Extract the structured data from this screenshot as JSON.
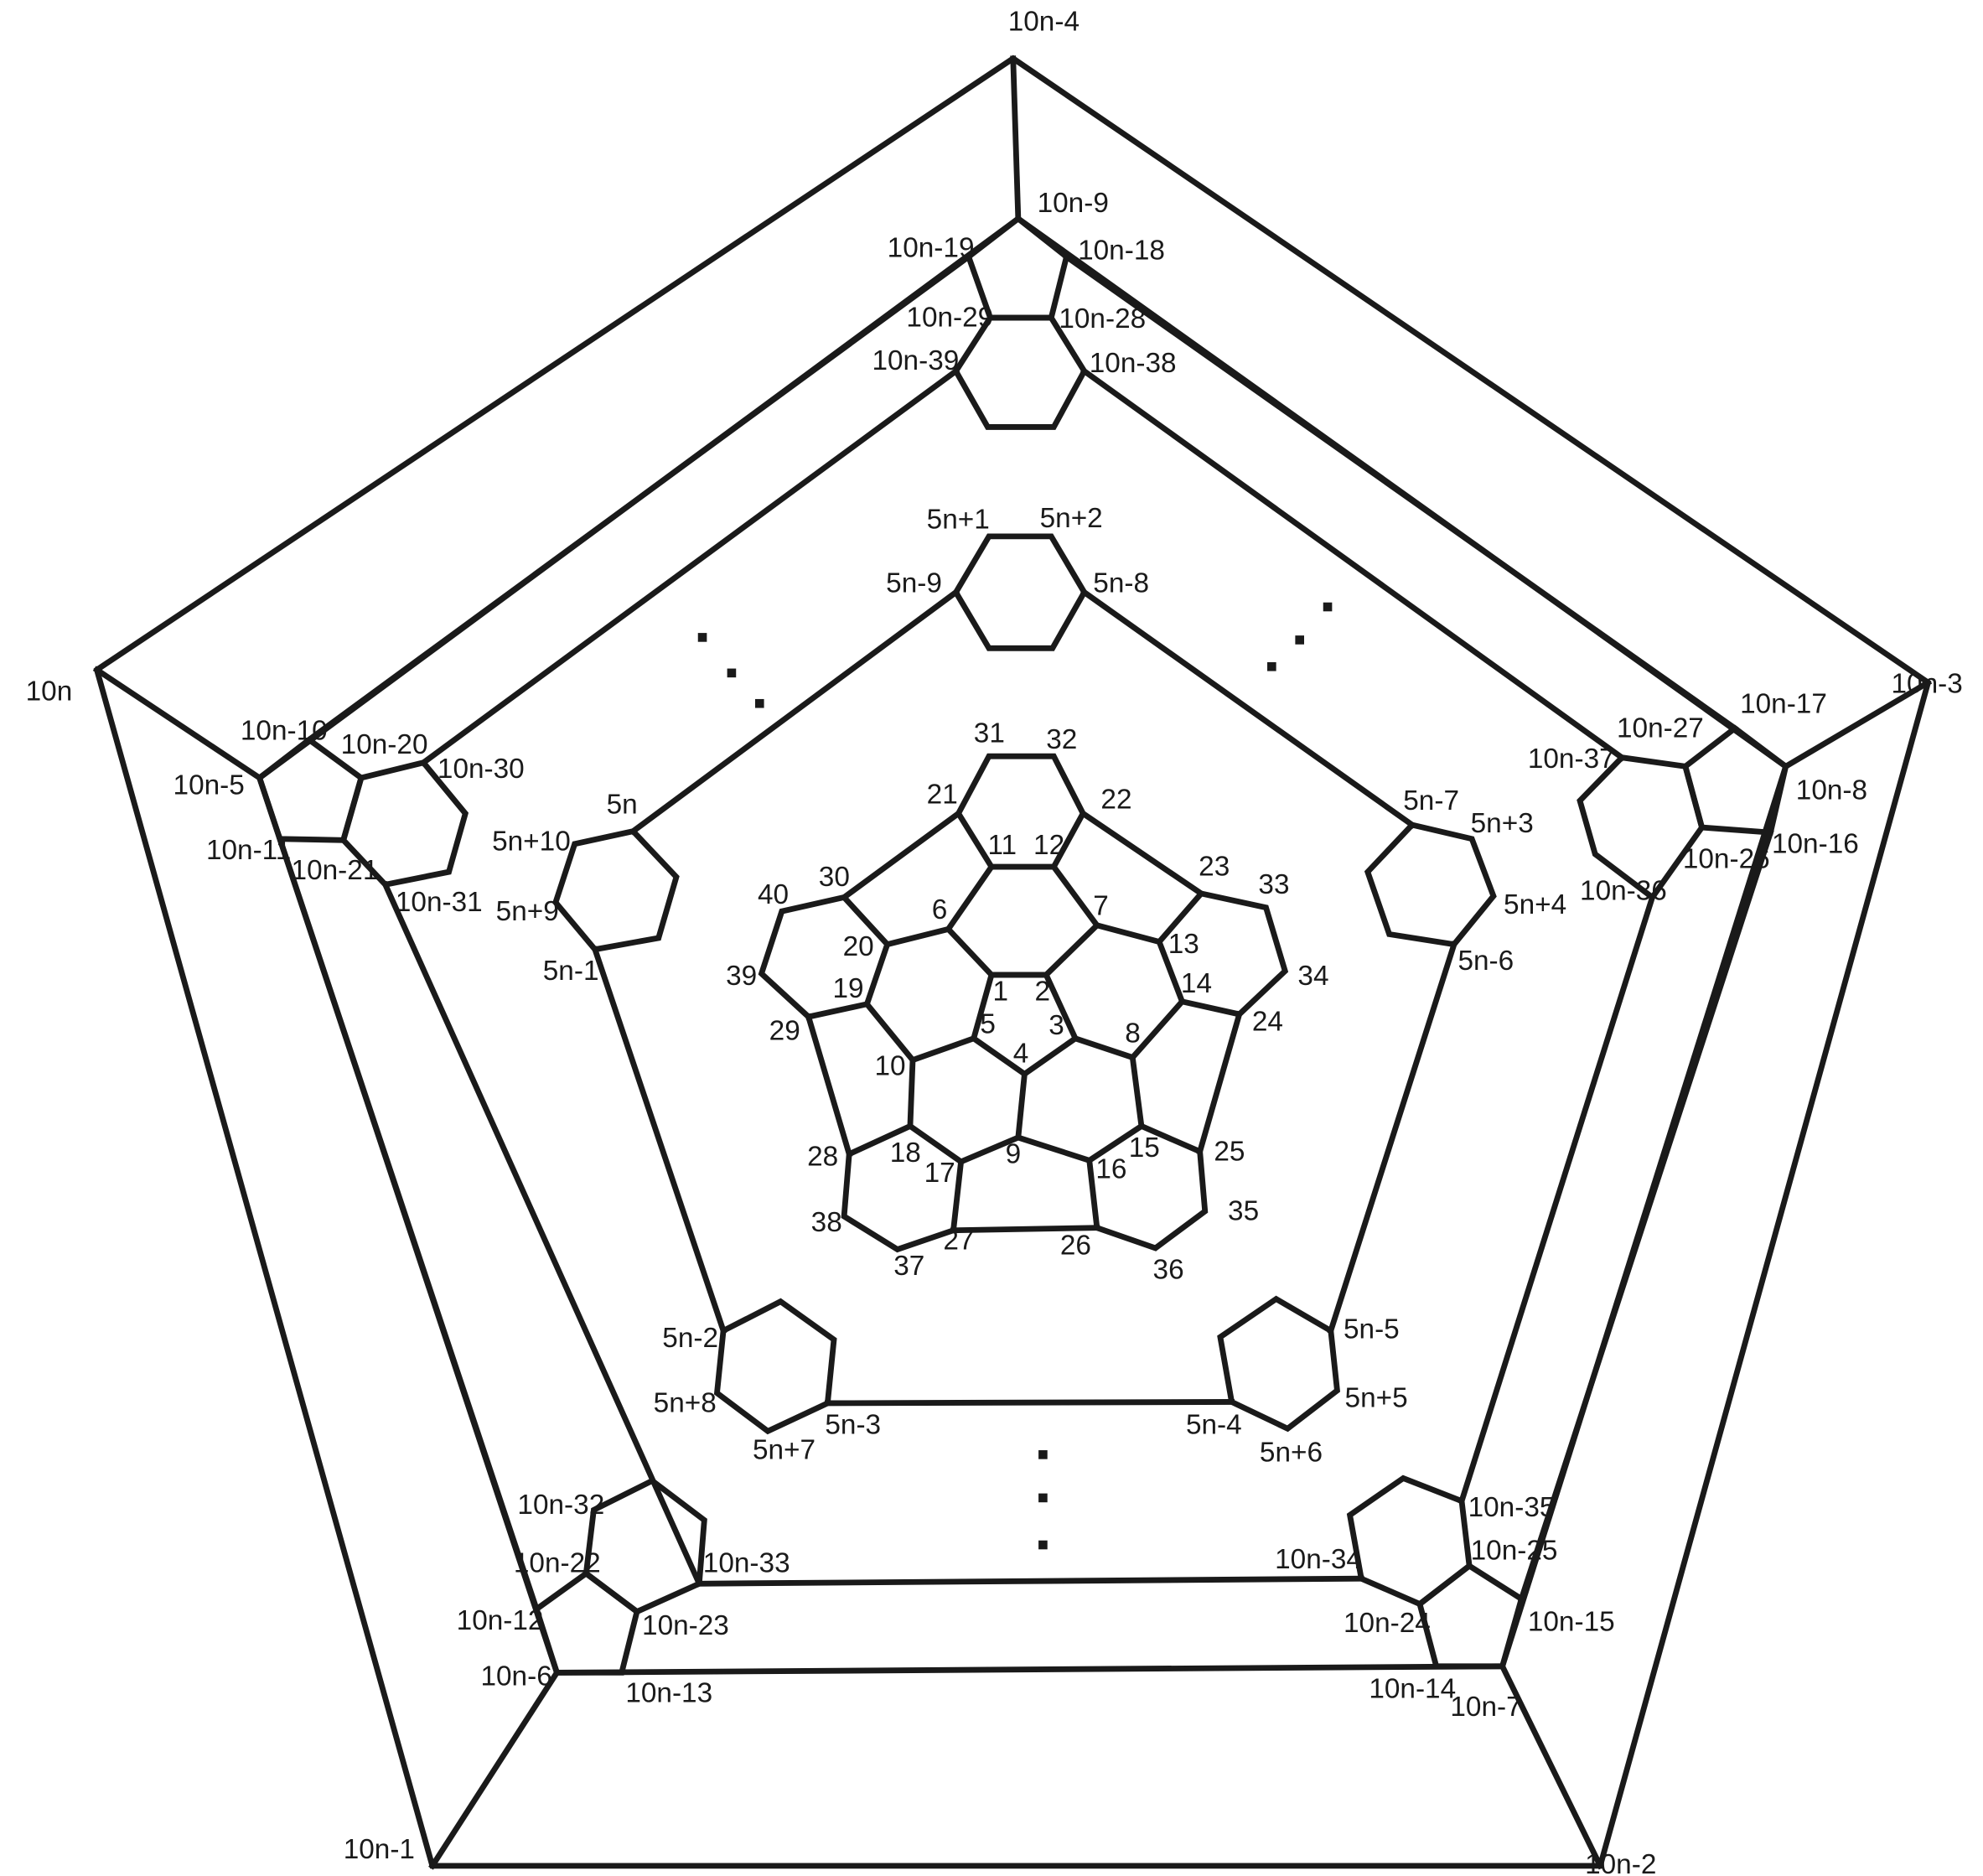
{
  "diagram": {
    "outer_labels": {
      "top": "10n-4",
      "left": "10n",
      "right": "10n-3",
      "bottom_left": "10n-1",
      "bottom_right": "10n-2"
    },
    "ring_labels": [
      "10n-9",
      "10n-19",
      "10n-18",
      "10n-29",
      "10n-28",
      "10n-39",
      "10n-38",
      "10n-10",
      "10n-20",
      "10n-30",
      "10n-5",
      "10n-11",
      "10n-21",
      "10n-31",
      "10n-27",
      "10n-17",
      "10n-37",
      "10n-8",
      "10n-26",
      "10n-16",
      "10n-36",
      "10n-32",
      "10n-22",
      "10n-33",
      "10n-12",
      "10n-23",
      "10n-6",
      "10n-13",
      "10n-35",
      "10n-25",
      "10n-34",
      "10n-15",
      "10n-24",
      "10n-14",
      "10n-7"
    ],
    "middle_labels": [
      "5n+1",
      "5n+2",
      "5n-9",
      "5n-8",
      "5n",
      "5n+10",
      "5n+9",
      "5n-1",
      "5n-7",
      "5n+3",
      "5n+4",
      "5n-6",
      "5n-2",
      "5n+8",
      "5n+7",
      "5n-3",
      "5n-5",
      "5n+5",
      "5n-4",
      "5n+6"
    ],
    "inner_labels": [
      "1",
      "2",
      "3",
      "4",
      "5",
      "6",
      "7",
      "8",
      "9",
      "10",
      "11",
      "12",
      "13",
      "14",
      "15",
      "16",
      "17",
      "18",
      "19",
      "20",
      "21",
      "22",
      "23",
      "24",
      "25",
      "26",
      "27",
      "28",
      "29",
      "30",
      "31",
      "32",
      "33",
      "34",
      "35",
      "36",
      "37",
      "38",
      "39",
      "40"
    ]
  }
}
